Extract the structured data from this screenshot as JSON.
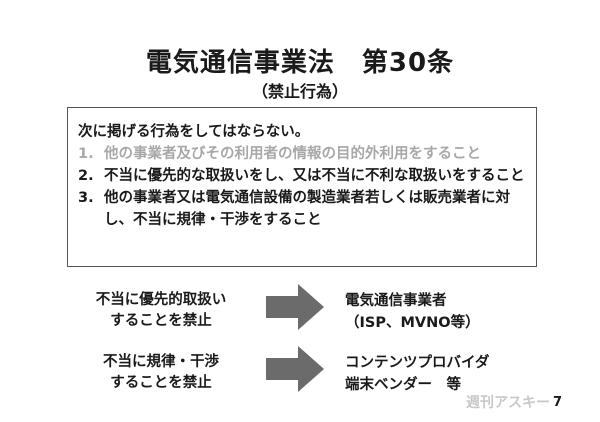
{
  "title": "電気通信事業法　第30条",
  "subtitle": "（禁止行為）",
  "box": {
    "intro": "次に掲げる行為をしてはならない。",
    "items": [
      {
        "num": "1.",
        "text": "他の事業者及びその利用者の情報の目的外利用をすること"
      },
      {
        "num": "2.",
        "text": "不当に優先的な取扱いをし、又は不当に不利な取扱いをすること"
      },
      {
        "num": "3.",
        "text": "他の事業者又は電気通信設備の製造業者若しくは販売業者に対し、不当に規律・干渉をすること"
      }
    ]
  },
  "rows": [
    {
      "left_line1": "不当に優先的取扱い",
      "left_line2": "することを禁止",
      "right_line1": "電気通信事業者",
      "right_line2": "（ISP、MVNO等）"
    },
    {
      "left_line1": "不当に規律・干渉",
      "left_line2": "することを禁止",
      "right_line1": "コンテンツプロバイダ",
      "right_line2": "端末ベンダー　等"
    }
  ],
  "watermark": "週刊アスキー",
  "page_number": "7",
  "colors": {
    "arrow": "#6b6b6b",
    "faded_text": "#a8a8a8"
  }
}
